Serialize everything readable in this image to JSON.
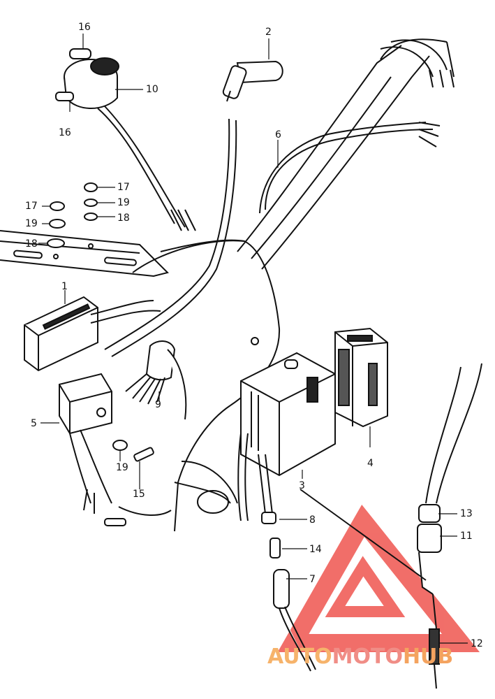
{
  "labels": [
    "16",
    "2",
    "10",
    "16",
    "6",
    "17",
    "17",
    "19",
    "19",
    "18",
    "18",
    "1",
    "9",
    "5",
    "19",
    "15",
    "3",
    "4",
    "8",
    "13",
    "11",
    "14",
    "7",
    "12"
  ],
  "watermark": {
    "parts": [
      "AUTO",
      "MOTO",
      "HUB"
    ],
    "colors": [
      "#f6b36b",
      "#f08d86",
      "#f4a35f"
    ],
    "logo_color": "#ee4b44"
  }
}
